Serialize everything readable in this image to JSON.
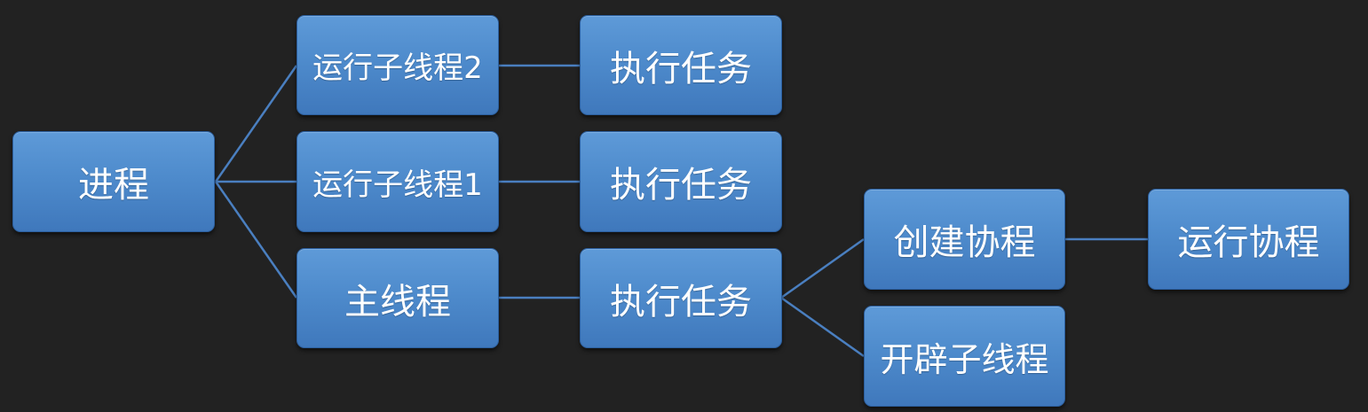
{
  "nodes": {
    "process": "进程",
    "child_thread_2": "运行子线程2",
    "child_thread_1": "运行子线程1",
    "main_thread": "主线程",
    "task_thread_2": "执行任务",
    "task_thread_1": "执行任务",
    "task_main": "执行任务",
    "create_coroutine": "创建协程",
    "spawn_child_thread": "开辟子线程",
    "run_coroutine": "运行协程"
  },
  "colors": {
    "background": "#222222",
    "node_fill": "#4e8bcc",
    "node_border": "#2c5f9e",
    "connector": "#4a7fc0",
    "text": "#ffffff"
  }
}
